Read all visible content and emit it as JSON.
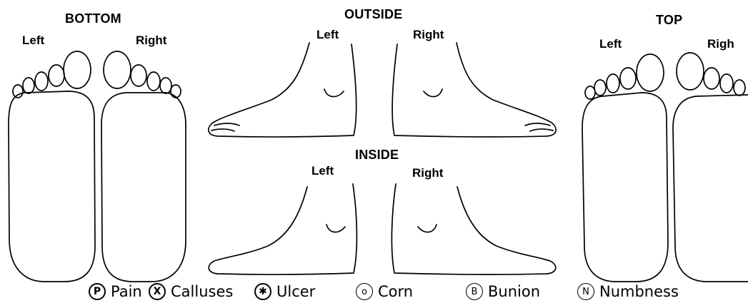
{
  "sections": {
    "bottom": {
      "title": "BOTTOM",
      "left": "Left",
      "right": "Right"
    },
    "outside": {
      "title": "OUTSIDE",
      "left": "Left",
      "right": "Right"
    },
    "inside": {
      "title": "INSIDE",
      "left": "Left",
      "right": "Right"
    },
    "top": {
      "title": "TOP",
      "left": "Left",
      "right": "Righ"
    }
  },
  "legend": [
    {
      "symbol": "P",
      "label": "Pain",
      "icon": "pain-symbol-icon"
    },
    {
      "symbol": "X",
      "label": "Calluses",
      "icon": "calluses-symbol-icon"
    },
    {
      "symbol": "✱",
      "label": "Ulcer",
      "icon": "ulcer-symbol-icon"
    },
    {
      "symbol": "o",
      "label": "Corn",
      "icon": "corn-symbol-icon"
    },
    {
      "symbol": "B",
      "label": "Bunion",
      "icon": "bunion-symbol-icon"
    },
    {
      "symbol": "N",
      "label": "Numbness",
      "icon": "numbness-symbol-icon"
    }
  ]
}
